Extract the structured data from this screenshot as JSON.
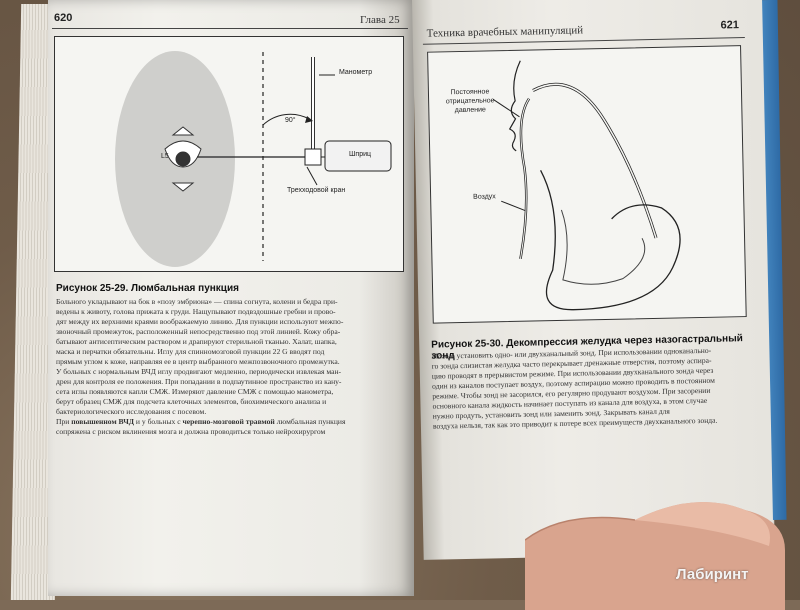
{
  "left_page": {
    "page_number": "620",
    "running_head": "Глава 25",
    "figure": {
      "labels": {
        "manometer": "Манометр",
        "angle": "90°",
        "level": "L5",
        "syringe": "Шприц",
        "stopcock": "Трехходовой кран"
      }
    },
    "caption": "Рисунок 25-29. Люмбальная пункция",
    "body_lines": [
      "Больного укладывают на бок в «позу эмбриона» — спина согнута, колени и бедра при-",
      "ведены к животу, голова прижата к груди. Нащупывают подвздошные гребни и прово-",
      "дят между их верхними краями воображаемую линию. Для пункции используют межпо-",
      "звоночный промежуток, расположенный непосредственно под этой линией. Кожу обра-",
      "батывают антисептическим раствором и драпируют стерильной тканью. Халат, шапка,",
      "маска и перчатки обязательны. Иглу для спинномозговой пункции 22 G вводят под",
      "прямым углом к коже, направляя ее в центр выбранного межпозвоночного промежутка.",
      "У больных с нормальным ВЧД иглу продвигают медленно, периодически извлекая ман-",
      "дрен для контроля ее положения. При попадании в подпаутинное пространство из кану-",
      "сета иглы появляются капли СМЖ. Измеряют давление СМЖ с помощью манометра,",
      "берут образец СМЖ для подсчета клеточных элементов, биохимического анализа и",
      "бактериологического исследования с посевом."
    ],
    "last_para_prefix": "При ",
    "last_para_bold": "повышенном ВЧД",
    "last_para_mid": " и у больных с ",
    "last_para_bold2": "черепно-мозговой травмой",
    "last_para_rest": " люмбальная пункция",
    "last_para_line2": "сопряжена с риском вклинения мозга и должна проводиться только нейрохирургом"
  },
  "right_page": {
    "page_number": "621",
    "running_head": "Техника врачебных манипуляций",
    "figure": {
      "labels": {
        "suction": "Постоянное отрицательное давление",
        "air": "Воздух"
      }
    },
    "caption": "Рисунок 25-30. Декомпрессия желудка через назогастральный зонд",
    "body_lines": [
      "Можно установить одно- или двухканальный зонд. При использовании одноканально-",
      "го зонда слизистая желудка часто перекрывает дренажные отверстия, поэтому аспира-",
      "цию проводят в прерывистом режиме. При использовании двухканального зонда через",
      "один из каналов поступает воздух, поэтому аспирацию можно проводить в постоянном",
      "режиме. Чтобы зонд не засорился, его регулярно продувают воздухом. При засорении",
      "основного канала жидкость начинает поступать из канала для воздуха, в этом случае",
      "нужно продуть, установить зонд или заменить зонд. Закрывать канал для",
      "воздуха нельзя, так как это приводит к потере всех преимуществ двухканального зонда."
    ]
  },
  "watermark": "Лабиринт"
}
